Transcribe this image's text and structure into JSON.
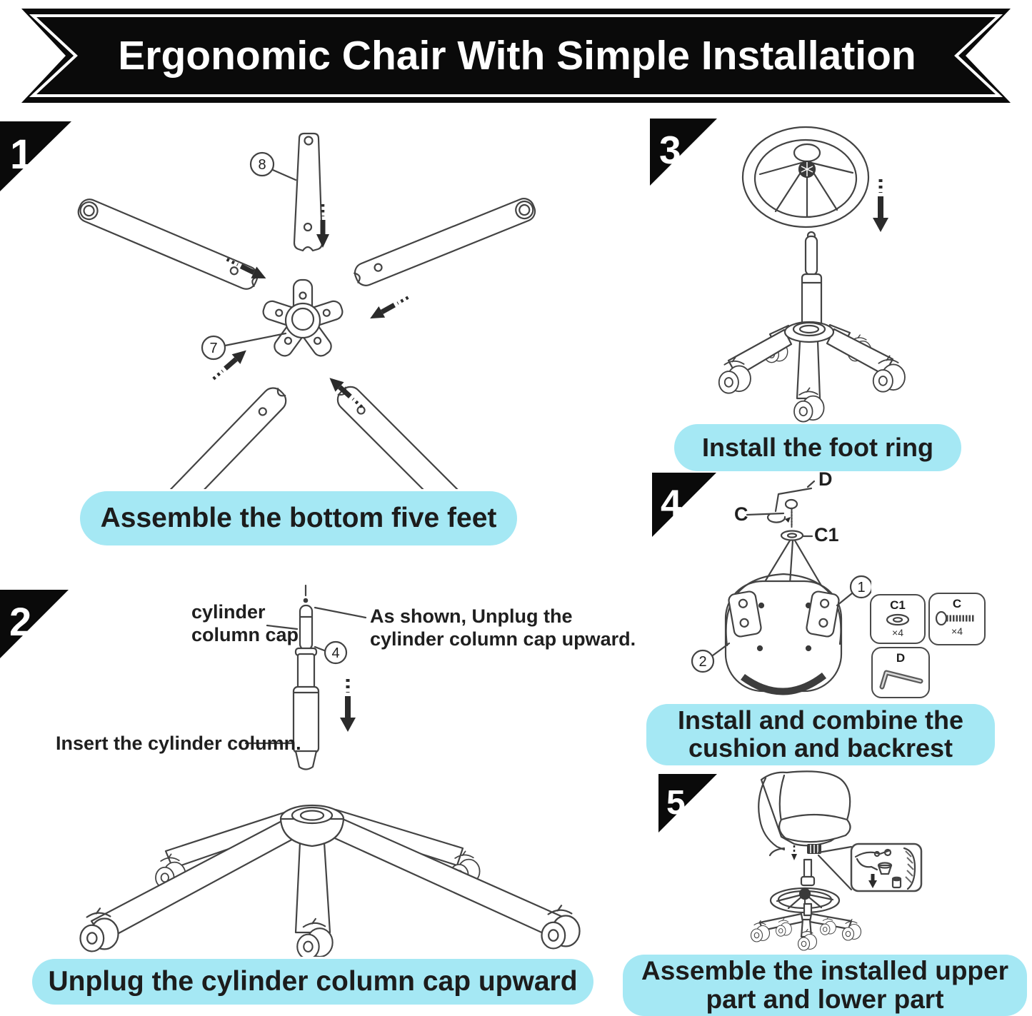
{
  "banner": {
    "title": "Ergonomic Chair With Simple Installation"
  },
  "colors": {
    "caption_bg": "#a5e8f4",
    "banner_bg": "#0a0a0a",
    "ink": "#1d1d1d",
    "line": "#434343"
  },
  "steps": {
    "s1": {
      "number": "1",
      "caption": "Assemble the bottom five feet",
      "part_leg": "8",
      "part_hub": "7"
    },
    "s2": {
      "number": "2",
      "caption": "Unplug the cylinder column cap upward",
      "cap_label_line1": "cylinder",
      "cap_label_line2": "column cap",
      "note_line1": "As shown, Unplug the",
      "note_line2": "cylinder column cap upward.",
      "insert_label": "Insert the cylinder column.",
      "part_cylinder": "4"
    },
    "s3": {
      "number": "3",
      "caption": "Install the foot ring"
    },
    "s4": {
      "number": "4",
      "caption_line1": "Install and combine the",
      "caption_line2": "cushion and backrest",
      "tool_label": "D",
      "screw_label": "C",
      "washer_label": "C1",
      "part_bracket": "1",
      "part_seat": "2",
      "hardware": [
        {
          "label": "C1",
          "qty": "×4"
        },
        {
          "label": "C",
          "qty": "×4"
        },
        {
          "label": "D",
          "qty": ""
        }
      ]
    },
    "s5": {
      "number": "5",
      "caption_line1": "Assemble the installed upper",
      "caption_line2": "part and lower part"
    }
  }
}
